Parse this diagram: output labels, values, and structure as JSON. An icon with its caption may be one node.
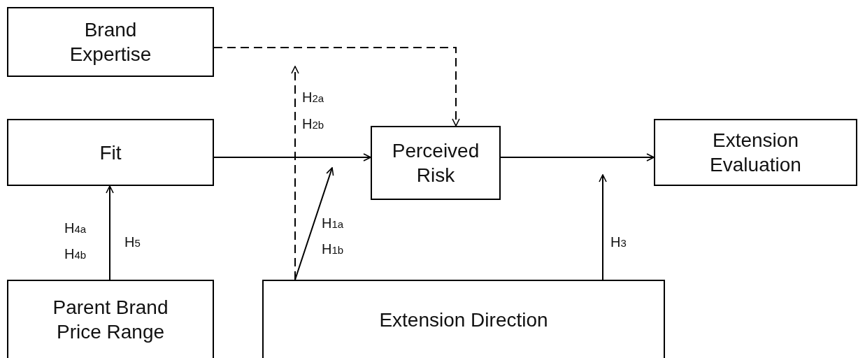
{
  "diagram": {
    "nodes": [
      {
        "text": [
          "Brand Expertise"
        ]
      },
      {
        "text": [
          "Fit"
        ]
      },
      {
        "text": [
          "Perceived Risk"
        ]
      },
      {
        "text": [
          "Extension Evaluation"
        ]
      },
      {
        "text": [
          "Parent Brand Price Range"
        ]
      },
      {
        "text": [
          "Extension Direction"
        ]
      }
    ],
    "edges": [
      {
        "from": 0,
        "to": 2,
        "arrow": "to",
        "style": "dashed"
      },
      {
        "from": 1,
        "to": 2,
        "arrow": "to"
      },
      {
        "from": 2,
        "to": 3,
        "arrow": "to"
      },
      {
        "from": 4,
        "to": 1,
        "arrow": "to"
      },
      {
        "from": 5,
        "to": null,
        "arrow": "to",
        "style": "dashed"
      },
      {
        "from": 5,
        "to": null,
        "arrow": "to"
      },
      {
        "from": 5,
        "to": null,
        "arrow": "to"
      }
    ],
    "labels": [
      "H$_{2a}$",
      "H$_{2b}$",
      "H$_{4a}$",
      "H$_{4b}$",
      "H$_{5}$",
      "H$_{1a}$",
      "H$_{1b}$",
      "H$_{3}$"
    ]
  }
}
